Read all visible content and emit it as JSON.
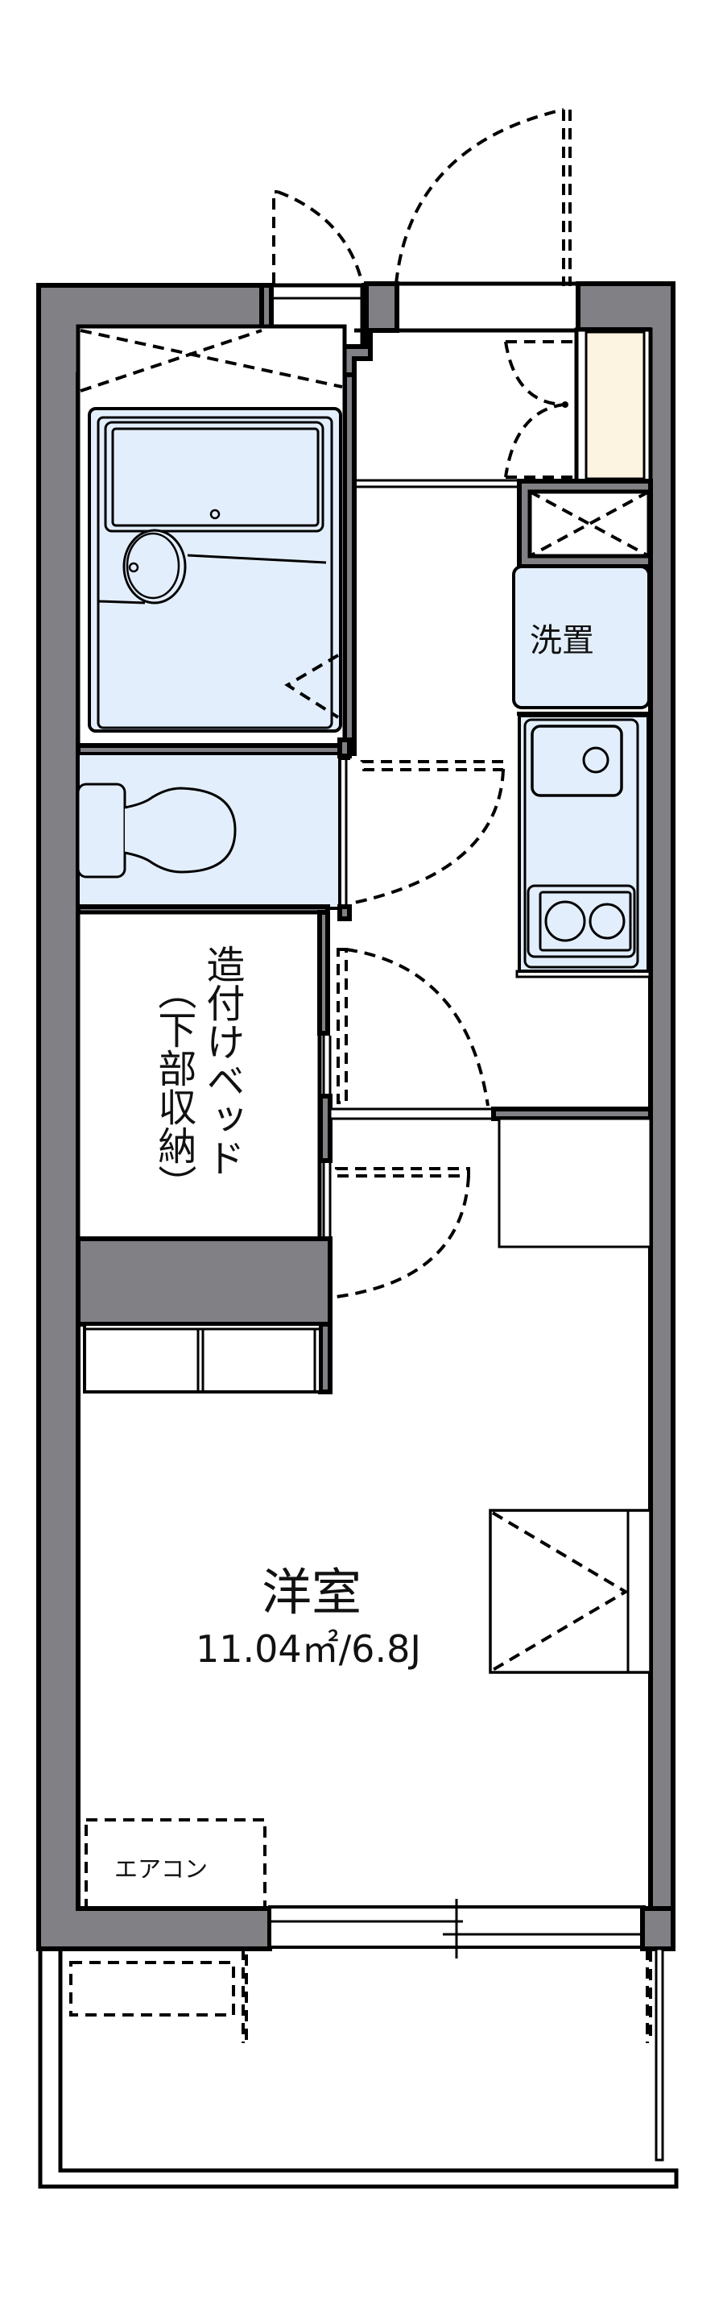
{
  "plan": {
    "colors": {
      "wall": "#808085",
      "line": "#000000",
      "wet_area": "#e3eefc",
      "shoe_cabinet": "#fdf3e1",
      "background": "#ffffff"
    },
    "labels": {
      "washer": "洗置",
      "built_in_bed": "造付けベッド",
      "bed_storage": "（下部収納）",
      "room_name": "洋室",
      "room_area": "11.04㎡/6.8J",
      "aircon": "エアコン"
    },
    "rooms": [
      {
        "name": "洋室",
        "area_sqm": "11.04",
        "size_jo": "6.8J"
      }
    ]
  }
}
